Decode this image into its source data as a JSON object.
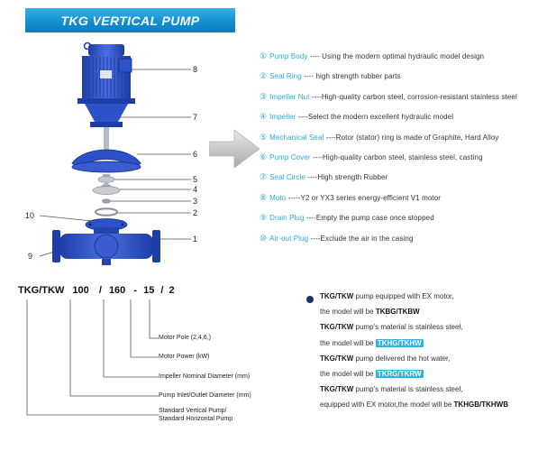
{
  "header": {
    "title": "TKG VERTICAL PUMP"
  },
  "diagram": {
    "callouts": [
      "8",
      "7",
      "6",
      "5",
      "4",
      "3",
      "2",
      "1",
      "10",
      "9"
    ]
  },
  "parts": [
    {
      "num": "①",
      "name": "Pump Body",
      "desc": " ---- Using the modern optimal hydraulic model design"
    },
    {
      "num": "②",
      "name": "Seal Ring",
      "desc": " ---- high strength rubber parts"
    },
    {
      "num": "③",
      "name": "Impeller Nut",
      "desc": " ----High-quality carbon steel, corrosion-resistant stainless steel"
    },
    {
      "num": "④",
      "name": "Impeller",
      "desc": " ----Select the modern excellent hydraulic model"
    },
    {
      "num": "⑤",
      "name": "Mechanical Seal",
      "desc": " ----Rotor (stator) ring is made of Graphite, Hard Alloy"
    },
    {
      "num": "⑥",
      "name": "Pump Cover",
      "desc": " ----High-quality carbon steel, stainless steel, casting"
    },
    {
      "num": "⑦",
      "name": "Seal Circle",
      "desc": " ----High strength Rubber"
    },
    {
      "num": "⑧",
      "name": "Moto",
      "desc": " -----Y2 or YX3 series energy-efficient V1 motor"
    },
    {
      "num": "⑨",
      "name": "Drain Plug",
      "desc": " ----Empty the pump case once stopped"
    },
    {
      "num": "⑩",
      "name": "Air-out Plug",
      "desc": " ----Exclude the air in the casing"
    }
  ],
  "model_code": {
    "segments": [
      "TKG/TKW",
      "100",
      "/",
      "160",
      "-",
      "15",
      "/",
      "2"
    ],
    "labels": [
      "Motor Pole (2,4,6,)",
      "Motor Power  (kW)",
      "Impeller Nominal Diameter (mm)",
      "Pump Inlet/Outlet Diameter (mm)",
      "Standard Vertical Pump/\nStandard  Horizontal Pump"
    ]
  },
  "notes": [
    {
      "pre": "TKG/TKW",
      "text": " pump equipped with EX motor,",
      "model": ""
    },
    {
      "pre": "",
      "text": "the model will be ",
      "model": "TKBG/TKBW"
    },
    {
      "pre": "TKG/TKW",
      "text": " pump's material is stainless steel,",
      "model": ""
    },
    {
      "pre": "",
      "text": "the model will be ",
      "model": "TKHG/TKHW"
    },
    {
      "pre": "TKG/TKW",
      "text": " pump delivered the hot water,",
      "model": ""
    },
    {
      "pre": "",
      "text": "the model will be ",
      "model": "TKRG/TKRW"
    },
    {
      "pre": "TKG/TKW",
      "text": " pump's material is stainless steel,",
      "model": ""
    },
    {
      "pre": "",
      "text": "equipped with EX motor,the model will be ",
      "model": "TKHGB/TKHWB"
    }
  ],
  "colors": {
    "accent": "#2aa9dd",
    "banner_top": "#38b3e8",
    "banner_bottom": "#0d7cbd",
    "pump_blue": "#2c51c8"
  }
}
